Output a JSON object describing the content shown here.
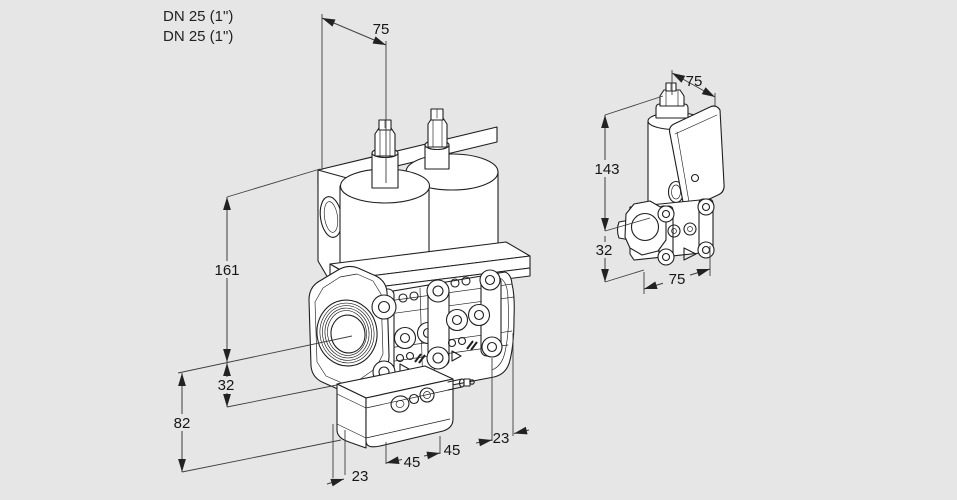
{
  "labels": {
    "connection_1": "DN 25 (1\")",
    "connection_2": "DN 25 (1\")"
  },
  "main_view": {
    "description": "isometric view of double solenoid valve",
    "dims": {
      "top_width": "75",
      "height_total": "161",
      "height_flange": "32",
      "height_base": "82",
      "depth_front": "23",
      "valve_span_1": "45",
      "valve_span_2": "45",
      "depth_rear": "23"
    }
  },
  "side_view": {
    "description": "side view of single valve",
    "dims": {
      "top_width": "75",
      "height_total": "143",
      "height_flange": "32",
      "bottom_width": "75"
    }
  },
  "colors": {
    "background": "#e6e6e6",
    "line": "#1f1f1f",
    "dimension": "#3f3f3f",
    "body_fill": "#ffffff"
  }
}
